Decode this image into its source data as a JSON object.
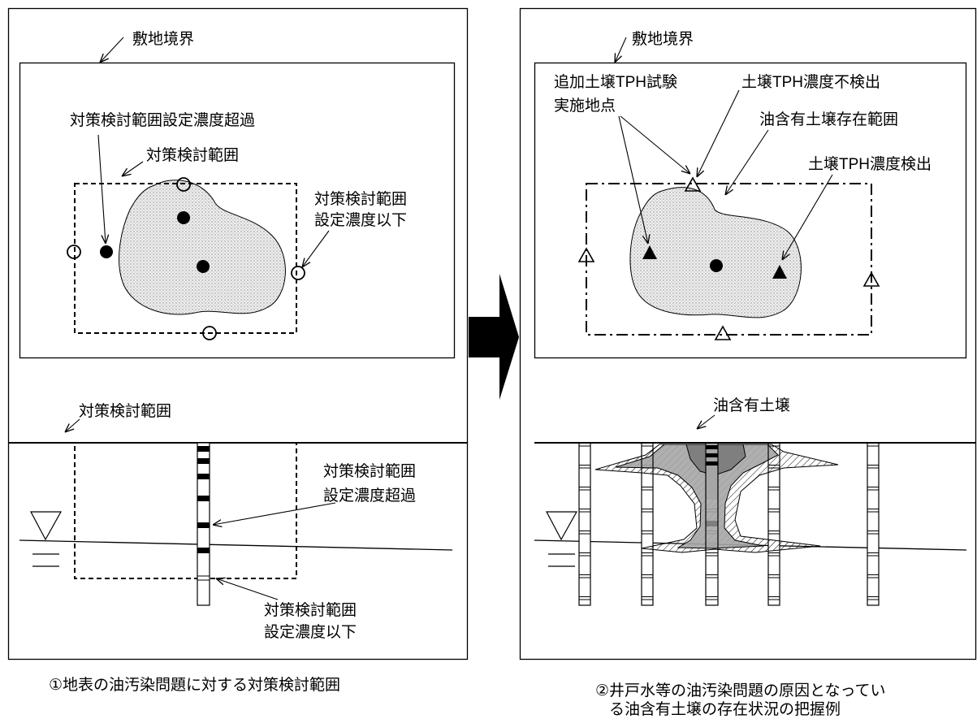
{
  "left_panel": {
    "site_boundary_label": "敷地境界",
    "exceed_label": "対策検討範囲設定濃度超過",
    "range_label": "対策検討範囲",
    "below_label": [
      "対策検討範囲",
      "設定濃度以下"
    ],
    "section_range_label": "対策検討範囲",
    "section_exceed_label": [
      "対策検討範囲",
      "設定濃度超過"
    ],
    "section_below_label": [
      "対策検討範囲",
      "設定濃度以下"
    ],
    "caption": "①地表の油汚染問題に対する対策検討範囲"
  },
  "right_panel": {
    "site_boundary_label": "敷地境界",
    "additional_test_label": [
      "追加土壌TPH試験",
      "実施地点"
    ],
    "not_detected_label": "土壌TPH濃度不検出",
    "oil_soil_range_label": "油含有土壌存在範囲",
    "detected_label": "土壌TPH濃度検出",
    "oil_soil_label": "油含有土壌",
    "caption": [
      "②井戸水等の油汚染問題の原因となってい",
      "る油含有土壌の存在状況の把握例"
    ]
  },
  "colors": {
    "contaminated_area": "#a6a6a6",
    "contaminated_core": "#7f7f7f",
    "stipple": "#eeeeee"
  }
}
